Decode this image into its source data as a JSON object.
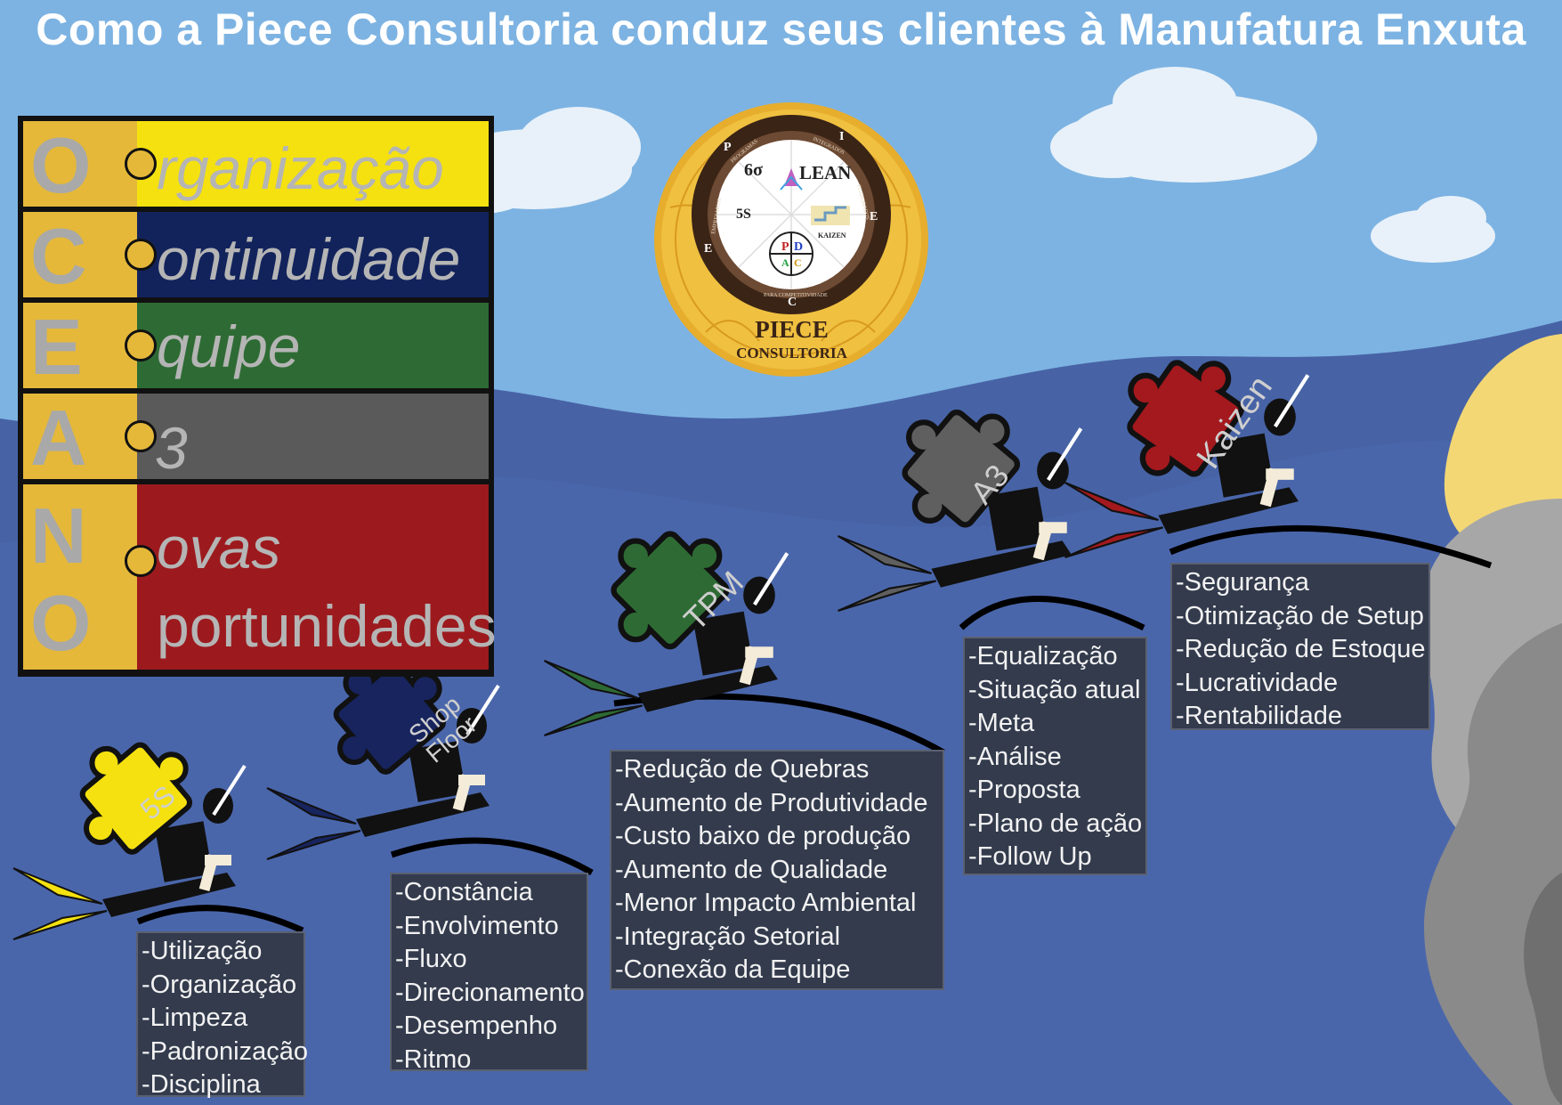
{
  "title": "Como a Piece Consultoria conduz seus clientes  à Manufatura Enxuta",
  "oceano": [
    {
      "letter": "O",
      "word": "rganização",
      "color": "#f5e10f"
    },
    {
      "letter": "C",
      "word": "ontinuidade",
      "color": "#12235c"
    },
    {
      "letter": "E",
      "word": "quipe",
      "color": "#2e6b34"
    },
    {
      "letter": "A",
      "word": "3",
      "color": "#5a5a5a"
    },
    {
      "letter": "N",
      "word": "ovas",
      "color": "#9c1a1e"
    },
    {
      "letter": "O",
      "word": "portunidades",
      "color": "#9c1a1e"
    }
  ],
  "logo": {
    "ring_letters": [
      "P",
      "I",
      "E",
      "C",
      "E"
    ],
    "ring_text": [
      "PROGRAMAS",
      "INTEGRADOS",
      "ELABORADOS",
      "PARA COMPETITIVIDADE",
      "EMPRESARIAL"
    ],
    "tools": [
      "6σ",
      "LEAN",
      "5S",
      "KAIZEN"
    ],
    "pdca": [
      "P",
      "D",
      "A",
      "C"
    ],
    "name": "PIECE",
    "subname": "CONSULTORIA"
  },
  "steps": [
    {
      "name": "5S",
      "color": "#f5e10f",
      "items": [
        "-Utilização",
        "-Organização",
        "-Limpeza",
        "-Padronização",
        "-Disciplina"
      ]
    },
    {
      "name": "Shop Floor",
      "color": "#17245e",
      "items": [
        "-Constância",
        "-Envolvimento",
        "-Fluxo",
        "-Direcionamento",
        "-Desempenho",
        "-Ritmo"
      ]
    },
    {
      "name": "TPM",
      "color": "#2e6b34",
      "items": [
        "-Redução de Quebras",
        "-Aumento de Produtividade",
        "-Custo baixo de produção",
        "-Aumento de Qualidade",
        "-Menor Impacto Ambiental",
        "-Integração Setorial",
        "-Conexão da Equipe"
      ]
    },
    {
      "name": "A3",
      "color": "#5f5f5f",
      "items": [
        "-Equalização",
        "-Situação atual",
        "-Meta",
        "-Análise",
        "-Proposta",
        "-Plano de ação",
        "-Follow Up"
      ]
    },
    {
      "name": "Kaizen",
      "color": "#a3191d",
      "items": [
        "-Segurança",
        "-Otimização de Setup",
        "-Redução de Estoque",
        "-Lucratividade",
        "-Rentabilidade"
      ]
    }
  ],
  "colors": {
    "sky": "#7db3e2",
    "sea": "#4763a6",
    "sea_dark": "#3e5799",
    "sun": "#f3d775",
    "rock": "#9a9a9a",
    "box": "#333b4d"
  }
}
